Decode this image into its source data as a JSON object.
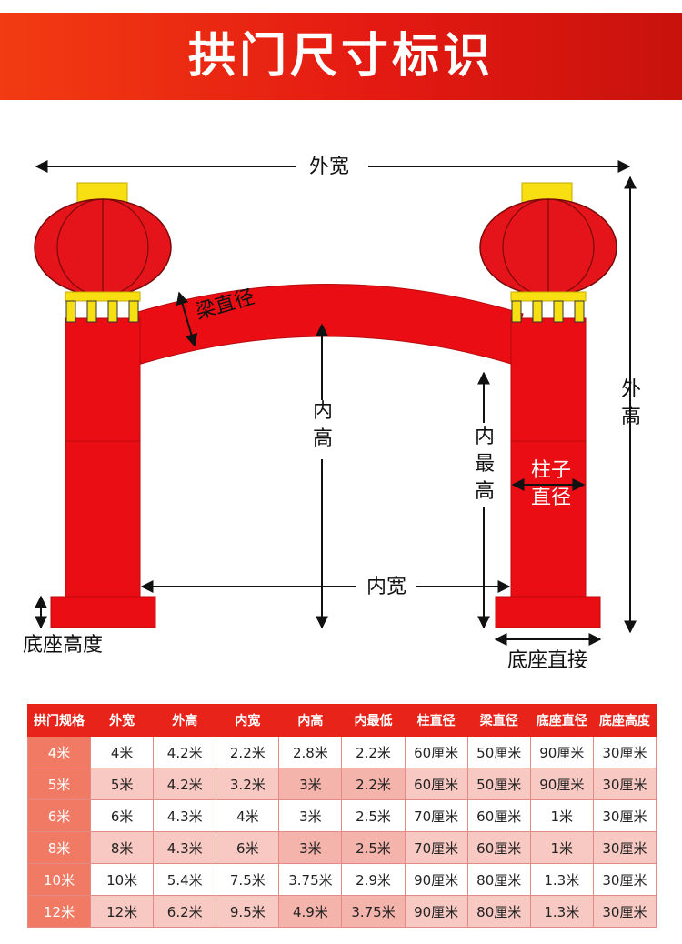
{
  "banner": {
    "title": "拱门尺寸标识"
  },
  "diagram": {
    "outer_width": "外宽",
    "outer_height": [
      "外",
      "高"
    ],
    "beam_diameter": "梁直径",
    "inner_height": [
      "内",
      "高"
    ],
    "inner_max_height": [
      "内",
      "最",
      "高"
    ],
    "pillar_diameter": [
      "柱子",
      "直径"
    ],
    "inner_width": "内宽",
    "base_height": "底座高度",
    "base_direct": "底座直接",
    "colors": {
      "arch_red": "#ea0d13",
      "lantern_red": "#e5141a",
      "lantern_gold": "#f7df12",
      "banner_red": "#e41a12"
    }
  },
  "table": {
    "headers": [
      "拱门规格",
      "外宽",
      "外高",
      "内宽",
      "内高",
      "内最低",
      "柱直径",
      "梁直径",
      "底座直径",
      "底座高度"
    ],
    "rows": [
      [
        "4米",
        "4米",
        "4.2米",
        "2.2米",
        "2.8米",
        "2.2米",
        "60厘米",
        "50厘米",
        "90厘米",
        "30厘米"
      ],
      [
        "5米",
        "5米",
        "4.2米",
        "3.2米",
        "3米",
        "2.2米",
        "60厘米",
        "50厘米",
        "90厘米",
        "30厘米"
      ],
      [
        "6米",
        "6米",
        "4.3米",
        "4米",
        "3米",
        "2.5米",
        "70厘米",
        "60厘米",
        "1米",
        "30厘米"
      ],
      [
        "8米",
        "8米",
        "4.3米",
        "6米",
        "3米",
        "2.5米",
        "70厘米",
        "60厘米",
        "1米",
        "30厘米"
      ],
      [
        "10米",
        "10米",
        "5.4米",
        "7.5米",
        "3.75米",
        "2.9米",
        "90厘米",
        "80厘米",
        "1.3米",
        "30厘米"
      ],
      [
        "12米",
        "12米",
        "6.2米",
        "9.5米",
        "4.9米",
        "3.75米",
        "90厘米",
        "80厘米",
        "1.3米",
        "30厘米"
      ]
    ]
  }
}
